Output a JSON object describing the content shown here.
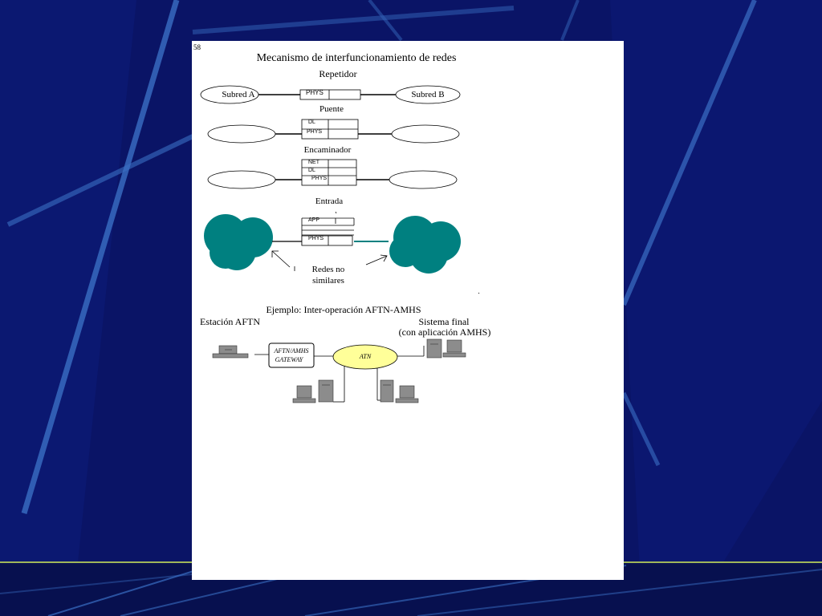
{
  "slide": {
    "page_number": "58",
    "title": "Mecanismo de interfuncionamiento de redes"
  },
  "sections": {
    "repeater": {
      "title": "Repetidor",
      "left_label": "Subred A",
      "right_label": "Subred B",
      "layers": [
        "PHYS"
      ]
    },
    "bridge": {
      "title": "Puente",
      "layers": [
        "DL",
        "PHYS"
      ]
    },
    "router": {
      "title": "Encaminador",
      "layers": [
        "NET",
        "DL",
        "PHYS"
      ]
    },
    "gateway": {
      "title": "Entrada",
      "layers": [
        "APP",
        "PHYS"
      ],
      "note_line1": "Redes no",
      "note_line2": "similares"
    }
  },
  "example": {
    "title": "Ejemplo: Inter-operación AFTN-AMHS",
    "left_station": "Estación AFTN",
    "end_system_line1": "Sistema final",
    "end_system_line2": "(con aplicación AMHS)",
    "gateway_line1": "AFTN/AMHS",
    "gateway_line2": "GATEWAY",
    "cloud_label": "ATN"
  },
  "colors": {
    "background": "#0a1466",
    "page": "#ffffff",
    "teal_cloud": "#008080",
    "atn_cloud": "#ffff99",
    "device_gray": "#8c8c8c"
  }
}
